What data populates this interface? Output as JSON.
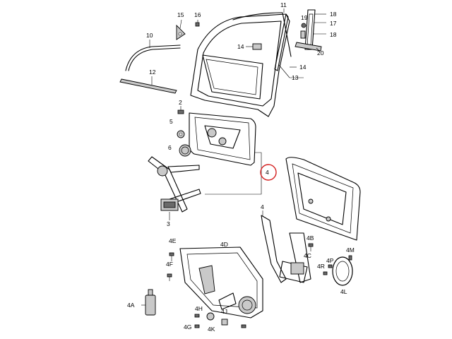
{
  "diagram": {
    "highlight_color": "#d42020",
    "highlighted_callout": "4",
    "callouts": [
      {
        "id": "c15",
        "text": "15"
      },
      {
        "id": "c16",
        "text": "16"
      },
      {
        "id": "c11",
        "text": "11"
      },
      {
        "id": "c18a",
        "text": "18"
      },
      {
        "id": "c17",
        "text": "17"
      },
      {
        "id": "c19",
        "text": "19"
      },
      {
        "id": "c18b",
        "text": "18"
      },
      {
        "id": "c20",
        "text": "20"
      },
      {
        "id": "c10",
        "text": "10"
      },
      {
        "id": "c14a",
        "text": "14"
      },
      {
        "id": "c14b",
        "text": "14"
      },
      {
        "id": "c13",
        "text": "13"
      },
      {
        "id": "c12",
        "text": "12"
      },
      {
        "id": "c2",
        "text": "2"
      },
      {
        "id": "c5",
        "text": "5"
      },
      {
        "id": "c6",
        "text": "6"
      },
      {
        "id": "c4",
        "text": "4"
      },
      {
        "id": "c3",
        "text": "3"
      },
      {
        "id": "c4r",
        "text": "4"
      },
      {
        "id": "c4E",
        "text": "4E"
      },
      {
        "id": "c4F",
        "text": "4F"
      },
      {
        "id": "c4D",
        "text": "4D"
      },
      {
        "id": "c4B",
        "text": "4B"
      },
      {
        "id": "c4C",
        "text": "4C"
      },
      {
        "id": "c4M",
        "text": "4M"
      },
      {
        "id": "c4P",
        "text": "4P"
      },
      {
        "id": "c4R",
        "text": "4R"
      },
      {
        "id": "c4L",
        "text": "4L"
      },
      {
        "id": "c4A",
        "text": "4A"
      },
      {
        "id": "c4H",
        "text": "4H"
      },
      {
        "id": "c4G",
        "text": "4G"
      },
      {
        "id": "c4K",
        "text": "4K"
      },
      {
        "id": "c4J",
        "text": "4J"
      }
    ]
  }
}
